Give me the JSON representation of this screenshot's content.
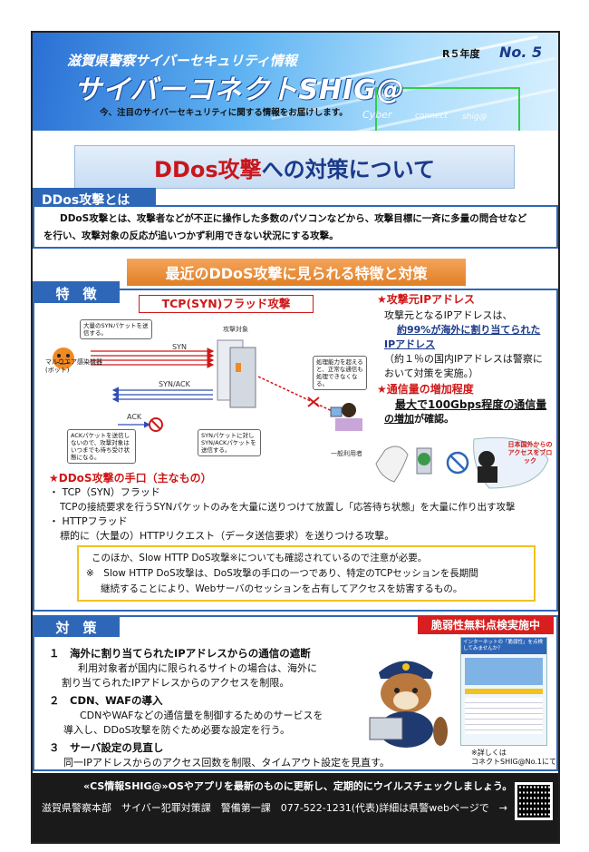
{
  "header": {
    "subtitle": "滋賀県警察サイバーセキュリティ情報",
    "title": "サイバーコネクトSHIG@",
    "tagline": "今、注目のサイバーセキュリティに関する情報をお届けします。",
    "year": "R５年度",
    "issue": "No. 5",
    "deco_cyber": "Cyber",
    "deco_connect": "connect",
    "deco_shig": "shig@"
  },
  "title": {
    "prefix": "DDos攻撃",
    "suffix": "への対策について"
  },
  "definition": {
    "tab": "DDos攻撃とは",
    "line1": "DDoS攻撃とは、攻撃者などが不正に操作した多数のパソコンなどから、攻撃目標に一斉に多量の問合せなど",
    "line2": "を行い、攻撃対象の反応が追いつかず利用できない状況にする攻撃。"
  },
  "recent_heading": "最近のDDoS攻撃に見られる特徴と対策",
  "features": {
    "tab": "特　徴",
    "diagram_title": "TCP(SYN)フラッド攻撃",
    "callout_send": "大量のSYNパケットを送信する。",
    "server_label": "攻撃対象",
    "malware_label": "マルウエア感染機器(ボット)",
    "syn": "SYN",
    "syn_ack": "SYN/ACK",
    "ack": "ACK",
    "callout_capacity": "処理能力を超えると、正常な通信も処理できなくなる。",
    "callout_ack": "ACKパケットを送信しないので、攻撃対象はいつまでも待ち受け状態になる。",
    "callout_synack": "SYNパケットに対しSYN/ACKパケットを送信する。",
    "user_label": "一般利用者",
    "source_heading": "★攻撃元IPアドレス",
    "source_line1": "攻撃元となるIPアドレスは、",
    "source_highlight1": "約99%が海外に割り当てられた",
    "source_highlight2": "IPアドレス",
    "source_line3": "（約１％の国内IPアドレスは警察に",
    "source_line4": "おいて対策を実施。）",
    "traffic_heading": "★通信量の増加程度",
    "traffic_line1": "最大で100Gbps程度の通信量",
    "traffic_line2a": "の増加",
    "traffic_line2b": "が確認。",
    "map_label": "日本国外からのアクセスをブロック",
    "methods_heading": "★DDoS攻撃の手口（主なもの）",
    "method1": "・ TCP（SYN）フラッド",
    "method1_desc": "TCPの接続要求を行うSYNパケットのみを大量に送りつけて放置し「応答待ち状態」を大量に作り出す攻撃",
    "method2": "・ HTTPフラッド",
    "method2_desc": "標的に（大量の）HTTPリクエスト（データ送信要求）を送りつける攻撃。",
    "note_line1": "このほか、Slow HTTP DoS攻撃※についても確認されているので注意が必要。",
    "note_line2": "※　Slow HTTP DoS攻撃は、DoS攻撃の手口の一つであり、特定のTCPセッションを長期間",
    "note_line3": "継続することにより、Webサーバのセッションを占有してアクセスを妨害するもの。"
  },
  "measures": {
    "tab": "対　策",
    "vuln_badge": "脆弱性無料点検実施中",
    "item1_title": "１　海外に割り当てられたIPアドレスからの通信の遮断",
    "item1_l1": "利用対象者が国内に限られるサイトの場合は、海外に",
    "item1_l2": "割り当てられたIPアドレスからのアクセスを制限。",
    "item2_title": "２　CDN、WAFの導入",
    "item2_l1": "CDNやWAFなどの通信量を制御するためのサービスを",
    "item2_l2": "導入し、DDoS攻撃を防ぐため必要な設定を行う。",
    "item3_title": "３　サーバ設定の見直し",
    "item3_l1": "同一IPアドレスからのアクセス回数を制限、タイムアウト設定を見直す。",
    "details_l1": "※詳しくは",
    "details_l2": "コネクトSHIG@No.1にて",
    "flyer_title": "インターネットの「脆弱性」を点検してみませんか？"
  },
  "footer": {
    "line1": "«CS情報SHIG@»OSやアプリを最新のものに更新し、定期的にウイルスチェックしましょう。",
    "line2": "滋賀県警察本部　サイバー犯罪対策課　警備第一課　077-522-1231(代表)詳細は県警webページで　→"
  },
  "colors": {
    "accent_blue": "#2e67b8",
    "alert_red": "#d01818",
    "orange": "#e07f26"
  }
}
